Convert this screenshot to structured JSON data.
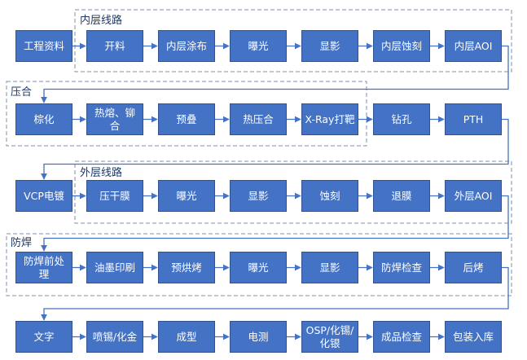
{
  "groups": {
    "inner_layer": "内层线路",
    "lamination": "压合",
    "outer_layer": "外层线路",
    "solder_mask": "防焊"
  },
  "rows": [
    [
      "工程资料",
      "开料",
      "内层涂布",
      "曝光",
      "显影",
      "内层蚀刻",
      "内层AOI"
    ],
    [
      "棕化",
      "热熔、铆合",
      "预叠",
      "热压合",
      "X-Ray打靶",
      "钻孔",
      "PTH"
    ],
    [
      "VCP电镀",
      "压干膜",
      "曝光",
      "显影",
      "蚀刻",
      "退膜",
      "外层AOI"
    ],
    [
      "防焊前处理",
      "油墨印刷",
      "预烘烤",
      "曝光",
      "显影",
      "防焊检查",
      "后烤"
    ],
    [
      "文字",
      "喷锡/化金",
      "成型",
      "电测",
      "OSP/化锡/化银",
      "成品检查",
      "包装入库"
    ]
  ],
  "colors": {
    "box_fill": "#4472c4",
    "box_border": "#2f528f",
    "arrow": "#4472c4",
    "group_border": "#7f8fa6"
  }
}
